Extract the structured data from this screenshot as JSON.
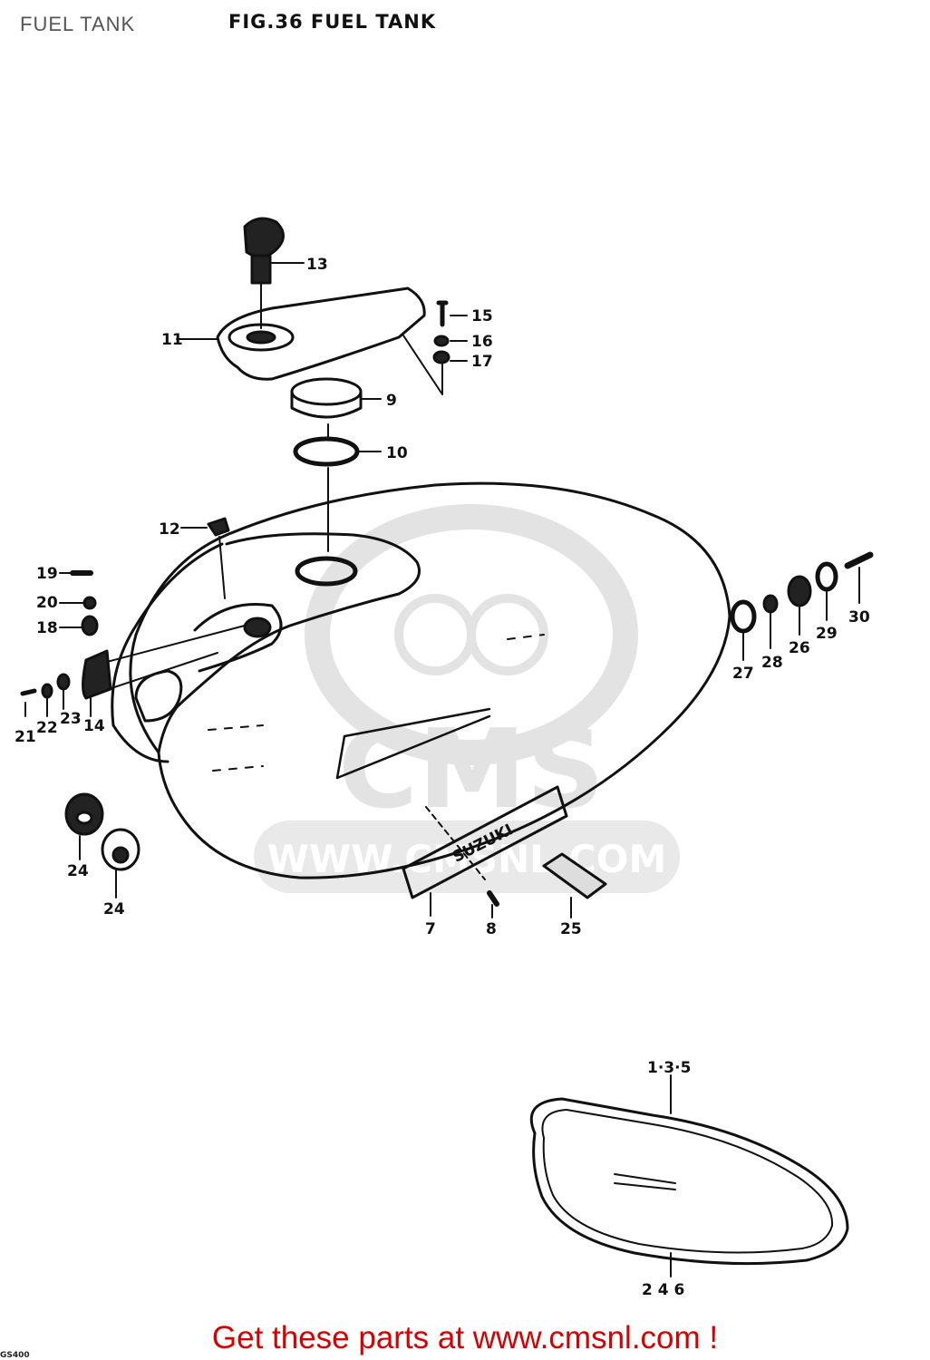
{
  "header": {
    "page_title": "FUEL TANK",
    "figure_title": "FIG.36  FUEL TANK"
  },
  "watermark": {
    "text": "WWW.CMSNL.COM",
    "logo": "CMS"
  },
  "emblem": {
    "text": "SUZUKI"
  },
  "callouts": [
    {
      "id": "c1",
      "text": "13"
    },
    {
      "id": "c2",
      "text": "11"
    },
    {
      "id": "c3",
      "text": "15"
    },
    {
      "id": "c4",
      "text": "16"
    },
    {
      "id": "c5",
      "text": "17"
    },
    {
      "id": "c6",
      "text": "9"
    },
    {
      "id": "c7",
      "text": "10"
    },
    {
      "id": "c8",
      "text": "12"
    },
    {
      "id": "c9",
      "text": "19"
    },
    {
      "id": "c10",
      "text": "20"
    },
    {
      "id": "c11",
      "text": "18"
    },
    {
      "id": "c12",
      "text": "21"
    },
    {
      "id": "c13",
      "text": "22"
    },
    {
      "id": "c14",
      "text": "23"
    },
    {
      "id": "c15",
      "text": "14"
    },
    {
      "id": "c16",
      "text": "24"
    },
    {
      "id": "c17",
      "text": "24"
    },
    {
      "id": "c18",
      "text": "7"
    },
    {
      "id": "c19",
      "text": "8"
    },
    {
      "id": "c20",
      "text": "25"
    },
    {
      "id": "c21",
      "text": "27"
    },
    {
      "id": "c22",
      "text": "28"
    },
    {
      "id": "c23",
      "text": "26"
    },
    {
      "id": "c24",
      "text": "29"
    },
    {
      "id": "c25",
      "text": "30"
    },
    {
      "id": "c26",
      "text": "1·3·5"
    },
    {
      "id": "c27",
      "text": "2  4  6"
    }
  ],
  "footer": {
    "link_text": "Get these parts at www.cmsnl.com !",
    "code": "GS400"
  },
  "colors": {
    "footer": "#d60000",
    "line": "#111111",
    "watermark": "#e2e2e2"
  }
}
